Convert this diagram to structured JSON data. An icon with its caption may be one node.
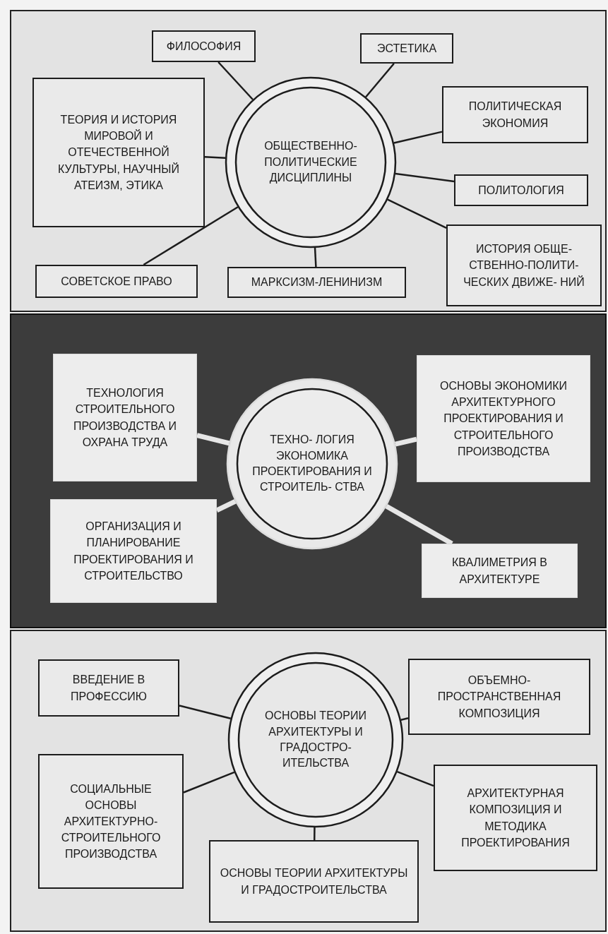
{
  "diagram": {
    "nodes": [
      {
        "text": [],
        "shape": "box"
      },
      {
        "text": [
          "ОБЩЕСТВЕННО- ПОЛИТИЧЕСКИЕ ДИСЦИПЛИНЫ"
        ],
        "in": 0
      },
      {
        "text": [
          "ФИЛОСОФИЯ"
        ],
        "in": 0
      },
      {
        "text": [
          "ЭСТЕТИКА"
        ],
        "in": 0
      },
      {
        "text": [
          "ТЕОРИЯ И ИСТОРИЯ МИРОВОЙ И ОТЕЧЕСТВЕННОЙ КУЛЬТУРЫ, НАУЧНЫЙ АТЕИЗМ, ЭТИКА"
        ],
        "in": 0
      },
      {
        "text": [
          "ПОЛИТИЧЕСКАЯ ЭКОНОМИЯ"
        ],
        "in": 0
      },
      {
        "text": [
          "ПОЛИТОЛОГИЯ"
        ],
        "in": 0
      },
      {
        "text": [
          "СОВЕТСКОЕ ПРАВО"
        ],
        "in": 0
      },
      {
        "text": [
          "МАРКСИЗМ-ЛЕНИНИЗМ"
        ],
        "in": 0
      },
      {
        "text": [
          "ИСТОРИЯ ОБЩЕ- СТВЕННО-ПОЛИТИ- ЧЕСКИХ ДВИЖЕ- НИЙ"
        ],
        "in": 0
      },
      {
        "text": [],
        "shape": "box"
      },
      {
        "text": [
          "ТЕХНО- ЛОГИЯ ЭКОНОМИКА ПРОЕКТИРОВАНИЯ И СТРОИТЕЛЬ- СТВА"
        ],
        "in": 10
      },
      {
        "text": [
          "ТЕХНОЛОГИЯ СТРОИТЕЛЬНОГО ПРОИЗВОДСТВА И ОХРАНА ТРУДА"
        ],
        "in": 10
      },
      {
        "text": [
          "ОСНОВЫ ЭКОНОМИКИ АРХИТЕКТУРНОГО ПРОЕКТИРОВАНИЯ И СТРОИТЕЛЬНОГО ПРОИЗВОДСТВА"
        ],
        "in": 10
      },
      {
        "text": [
          "ОРГАНИЗАЦИЯ И ПЛАНИРОВАНИЕ ПРОЕКТИРОВАНИЯ И СТРОИТЕЛЬСТВО"
        ],
        "in": 10
      },
      {
        "text": [
          "КВАЛИМЕТРИЯ В АРХИТЕКТУРЕ"
        ],
        "in": 10
      },
      {
        "text": [],
        "shape": "box"
      },
      {
        "text": [
          "ОСНОВЫ ТЕОРИИ АРХИТЕКТУРЫ И ГРАДОСТРО- ИТЕЛЬСТВА"
        ],
        "in": 16
      },
      {
        "text": [
          "ВВЕДЕНИЕ В ПРОФЕССИЮ"
        ],
        "in": 16
      },
      {
        "text": [
          "ОБЪЕМНО- ПРОСТРАНСТВЕННАЯ КОМПОЗИЦИЯ"
        ],
        "in": 16
      },
      {
        "text": [
          "СОЦИАЛЬНЫЕ ОСНОВЫ АРХИТЕКТУРНО- СТРОИТЕЛЬНОГО ПРОИЗВОДСТВА"
        ],
        "in": 16
      },
      {
        "text": [
          "АРХИТЕКТУРНАЯ КОМПОЗИЦИЯ И МЕТОДИКА ПРОЕКТИРОВАНИЯ"
        ],
        "in": 16
      },
      {
        "text": [
          "ОСНОВЫ ТЕОРИИ АРХИТЕКТУРЫ И ГРАДОСТРОИТЕЛЬСТВА"
        ],
        "in": 16
      }
    ],
    "edges": [
      {
        "from": 1,
        "to": 2,
        "arrow": "none"
      },
      {
        "from": 1,
        "to": 3,
        "arrow": "none"
      },
      {
        "from": 1,
        "to": 4,
        "arrow": "none"
      },
      {
        "from": 1,
        "to": 5,
        "arrow": "none"
      },
      {
        "from": 1,
        "to": 6,
        "arrow": "none"
      },
      {
        "from": 1,
        "to": 7,
        "arrow": "none"
      },
      {
        "from": 1,
        "to": 8,
        "arrow": "none"
      },
      {
        "from": 1,
        "to": 9,
        "arrow": "none"
      },
      {
        "from": 11,
        "to": 12,
        "arrow": "none",
        "style": "thick",
        "color": "#e6e6e6"
      },
      {
        "from": 11,
        "to": 13,
        "arrow": "none",
        "style": "thick",
        "color": "#e6e6e6"
      },
      {
        "from": 11,
        "to": 14,
        "arrow": "none",
        "style": "thick",
        "color": "#e6e6e6"
      },
      {
        "from": 11,
        "to": 15,
        "arrow": "none",
        "style": "thick",
        "color": "#e6e6e6"
      },
      {
        "from": 17,
        "to": 18,
        "arrow": "none"
      },
      {
        "from": 17,
        "to": 19,
        "arrow": "none"
      },
      {
        "from": 17,
        "to": 20,
        "arrow": "none"
      },
      {
        "from": 17,
        "to": 21,
        "arrow": "none"
      },
      {
        "from": 17,
        "to": 22,
        "arrow": "none"
      }
    ]
  }
}
